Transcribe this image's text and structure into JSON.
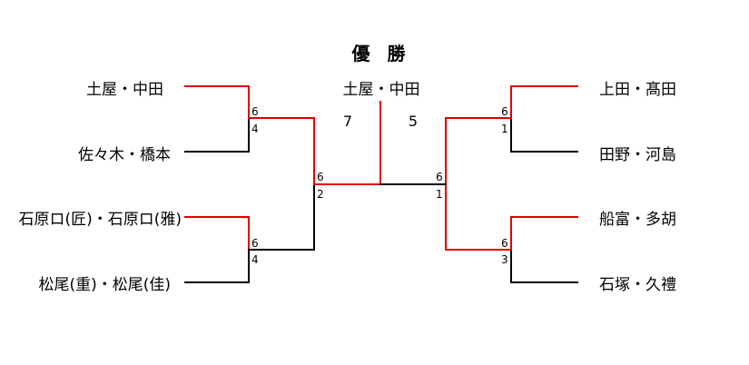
{
  "title": "優 勝",
  "champion": "土屋・中田",
  "final": {
    "left_score": "7",
    "right_score": "5"
  },
  "colors": {
    "winner": "#e00000",
    "loser": "#000000"
  },
  "left": {
    "teams": [
      "土屋・中田",
      "佐々木・橋本",
      "石原ロ(匠)・石原ロ(雅)",
      "松尾(重)・松尾(佳)"
    ],
    "round1": [
      {
        "top": "6",
        "bottom": "4"
      },
      {
        "top": "6",
        "bottom": "4"
      }
    ],
    "semi": {
      "top": "6",
      "bottom": "2"
    }
  },
  "right": {
    "teams": [
      "上田・髙田",
      "田野・河島",
      "船富・多胡",
      "石塚・久禮"
    ],
    "round1": [
      {
        "top": "6",
        "bottom": "1"
      },
      {
        "top": "6",
        "bottom": "3"
      }
    ],
    "semi": {
      "top": "6",
      "bottom": "1"
    }
  }
}
